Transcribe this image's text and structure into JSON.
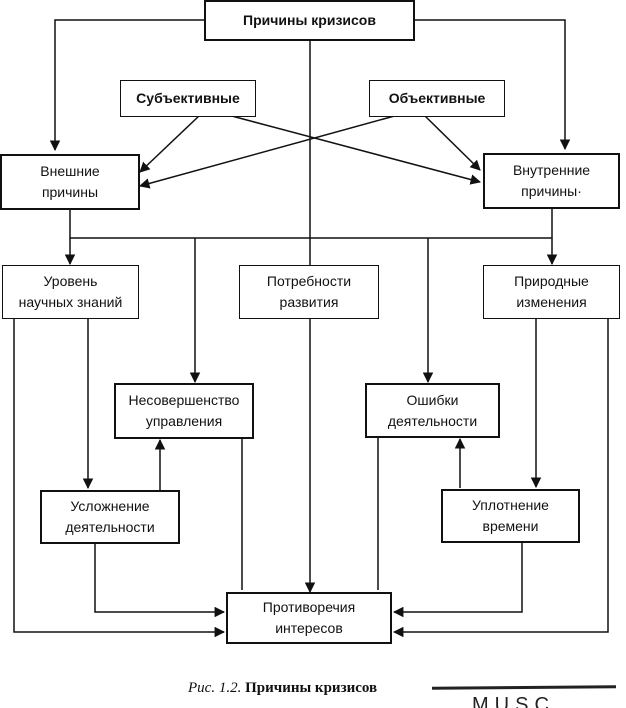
{
  "nodes": {
    "root": "Причины кризисов",
    "subjective": "Субъективные",
    "objective": "Объективные",
    "external": "Внешние\nпричины",
    "internal": "Внутренние\nпричины·",
    "knowledge": "Уровень\nнаучных знаний",
    "development": "Потребности\nразвития",
    "nature": "Природные\nизменения",
    "management": "Несовершенство\nуправления",
    "errors": "Ошибки\nдеятельности",
    "complication": "Усложнение\nдеятельности",
    "time": "Уплотнение\nвремени",
    "contradictions": "Противоречия\nинтересов"
  },
  "caption": {
    "number": "Рис. 1.2.",
    "title": "Причины кризисов"
  },
  "scan_fragment": "MUSC",
  "colors": {
    "ink": "#111111",
    "paper": "#ffffff"
  }
}
